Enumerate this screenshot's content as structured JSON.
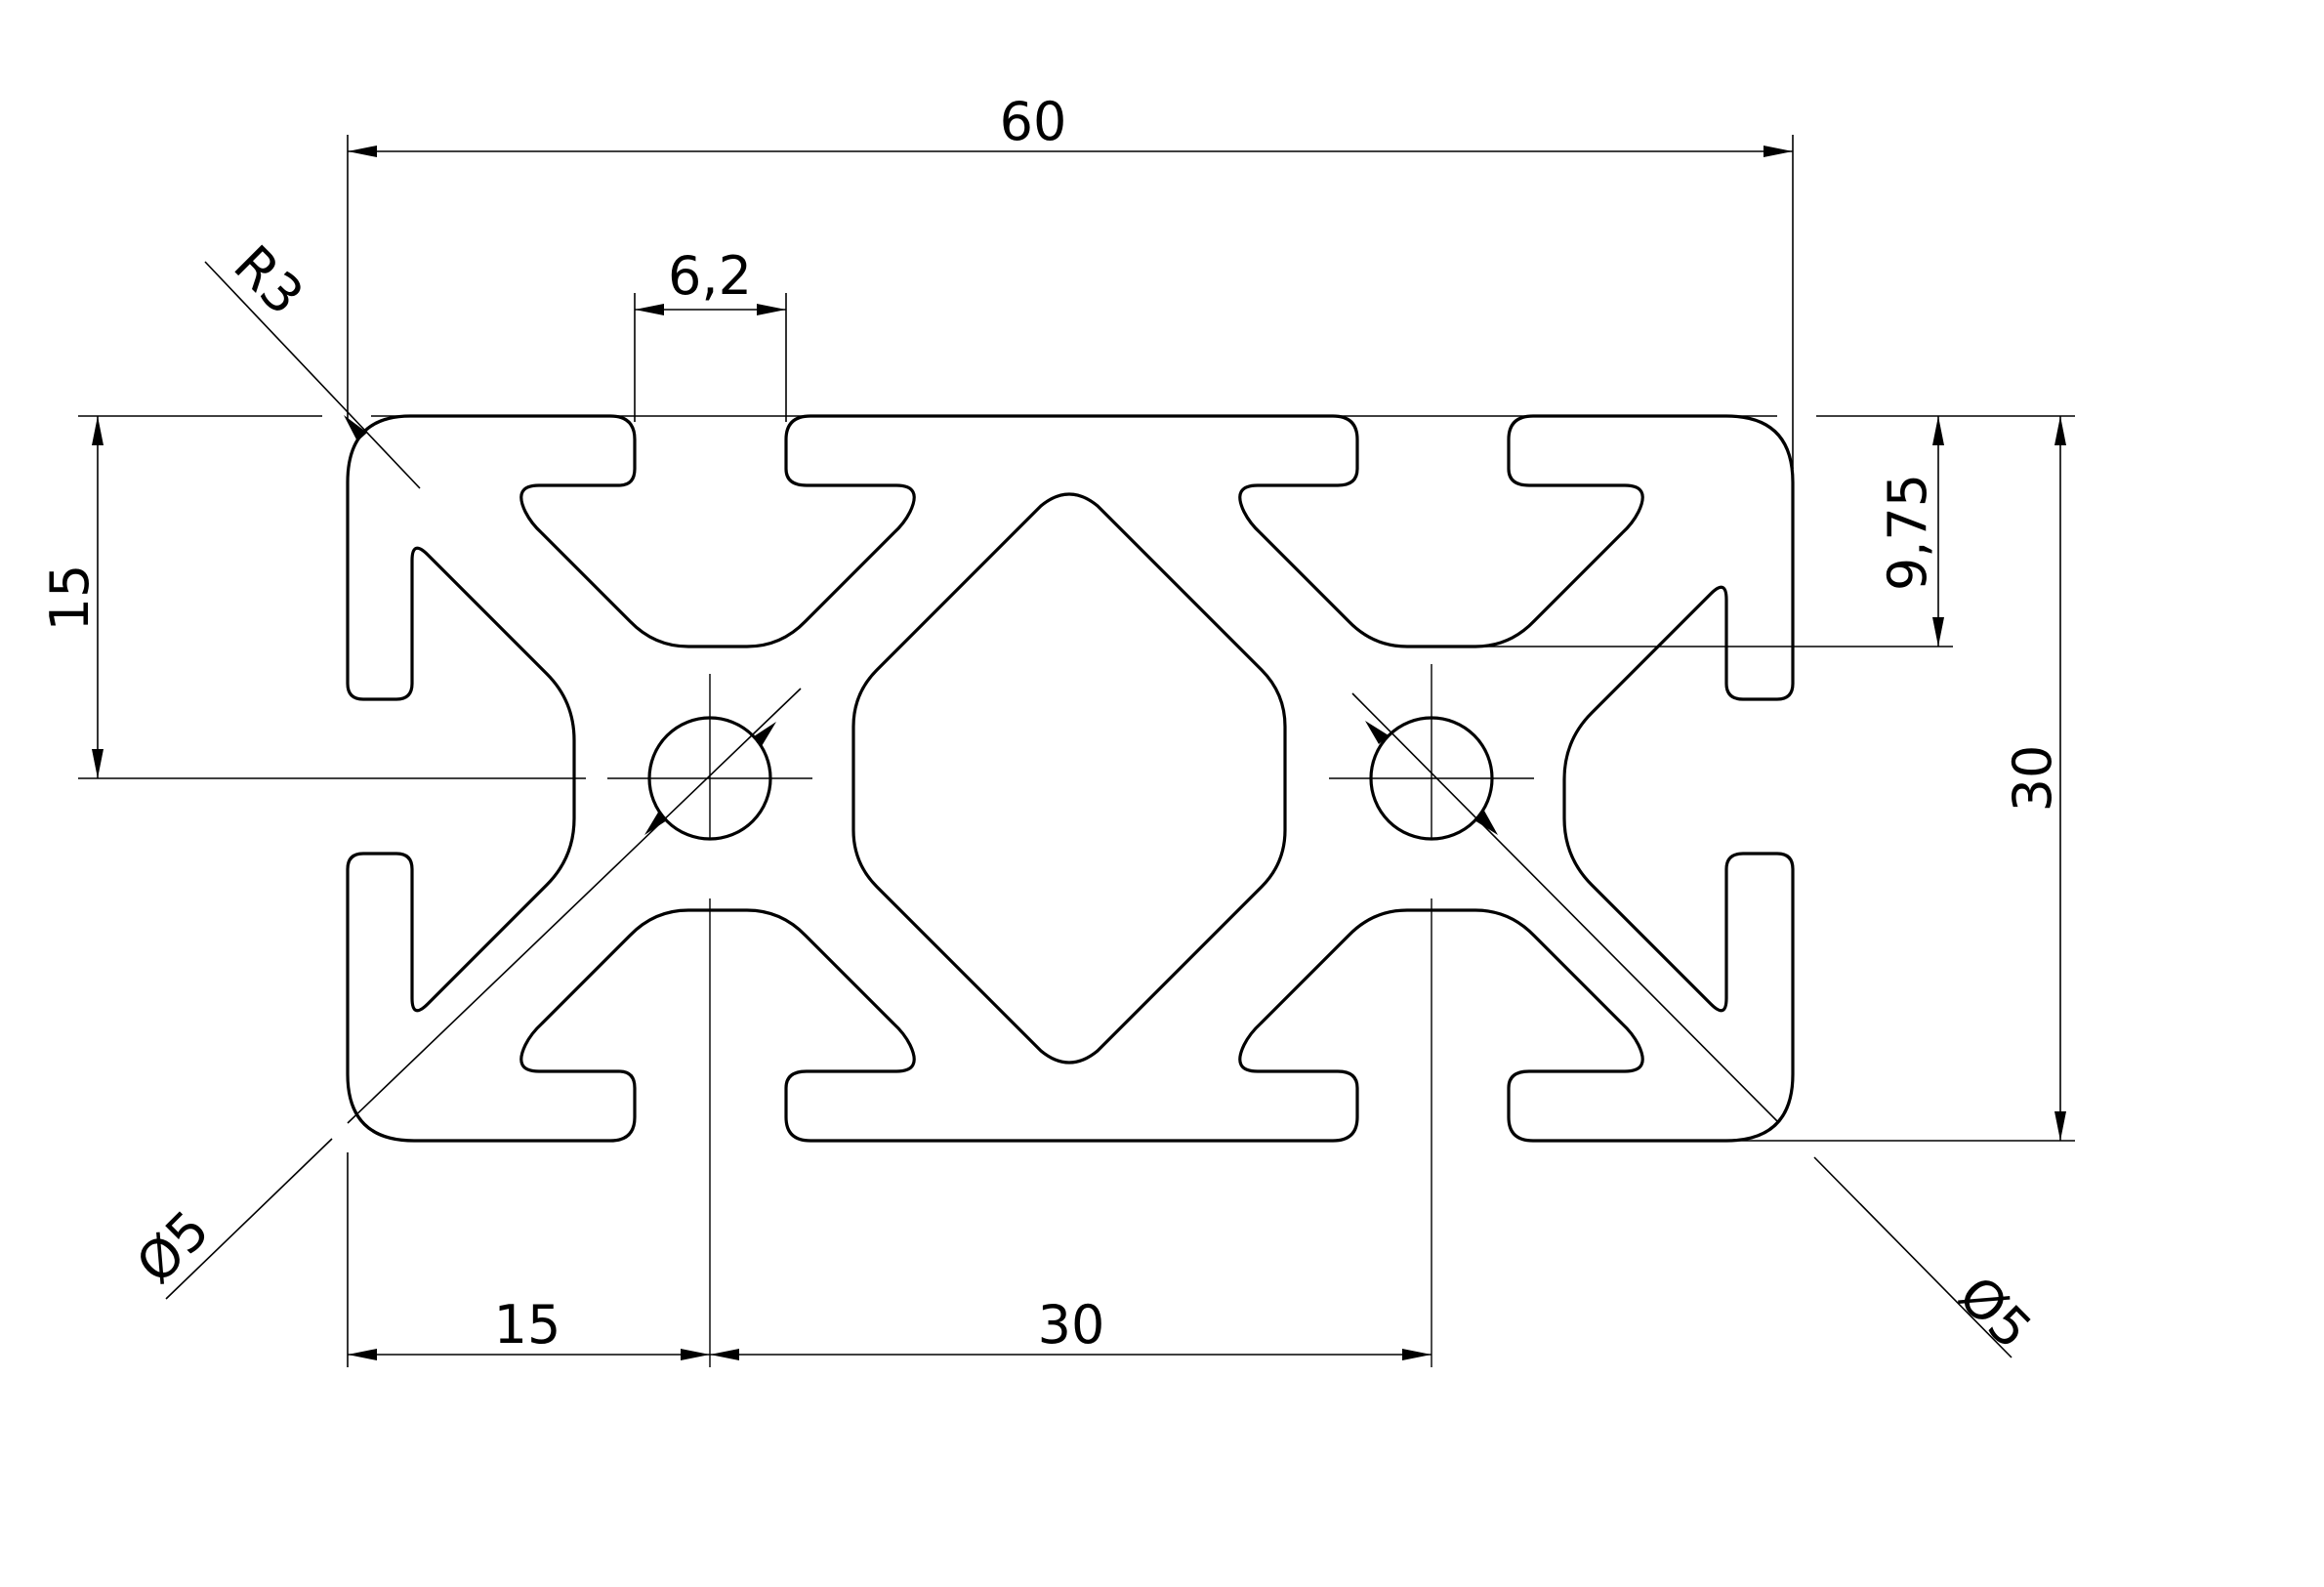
{
  "drawing": {
    "dimensions": {
      "overall_width": "60",
      "slot_width": "6,2",
      "corner_radius": "R3",
      "half_height": "15",
      "slot_depth": "9,75",
      "overall_height": "30",
      "bore_left": "Ø5",
      "bore_right": "Ø5",
      "edge_to_center": "15",
      "center_spacing": "30"
    }
  }
}
